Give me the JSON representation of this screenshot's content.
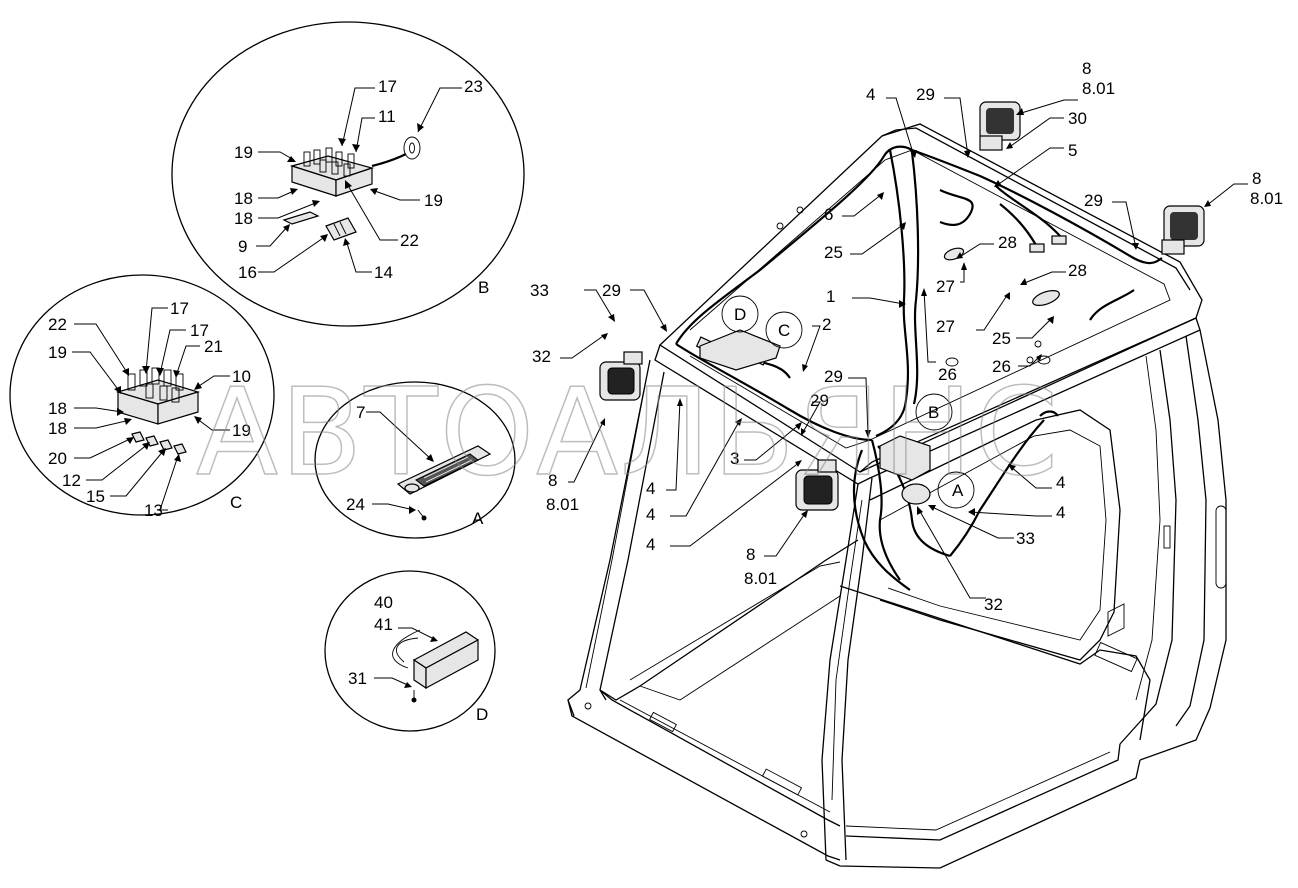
{
  "watermark": "АВТОАЛЬЯНС",
  "views": {
    "B": {
      "label": "B",
      "items": [
        "17",
        "11",
        "23",
        "19",
        "18",
        "18",
        "19",
        "9",
        "22",
        "16",
        "14"
      ]
    },
    "C": {
      "label": "C",
      "items": [
        "17",
        "22",
        "17",
        "19",
        "21",
        "10",
        "18",
        "18",
        "19",
        "20",
        "12",
        "15",
        "13"
      ]
    },
    "A": {
      "label": "A",
      "items": [
        "7",
        "24"
      ]
    },
    "D": {
      "label": "D",
      "items": [
        "40",
        "41",
        "31"
      ]
    }
  },
  "main_callouts": {
    "n4a": "4",
    "n29a": "29",
    "n8a": "8",
    "n801a": "8.01",
    "n30": "30",
    "n5": "5",
    "n8b": "8",
    "n801b": "8.01",
    "n29b": "29",
    "n6": "6",
    "n25a": "25",
    "n28a": "28",
    "n28b": "28",
    "n27a": "27",
    "n27b": "27",
    "n1": "1",
    "n2": "2",
    "n25b": "25",
    "n26a": "26",
    "n26b": "26",
    "n33a": "33",
    "n29c": "29",
    "n32a": "32",
    "n29d": "29",
    "n29e": "29",
    "n3": "3",
    "n8c": "8",
    "n801c": "8.01",
    "n4b": "4",
    "n4c": "4",
    "n4d": "4",
    "n4e": "4",
    "n4f": "4",
    "n8d": "8",
    "n801d": "8.01",
    "n33b": "33",
    "n32b": "32",
    "viewD": "D",
    "viewC": "C",
    "viewB": "B",
    "viewA": "A"
  }
}
